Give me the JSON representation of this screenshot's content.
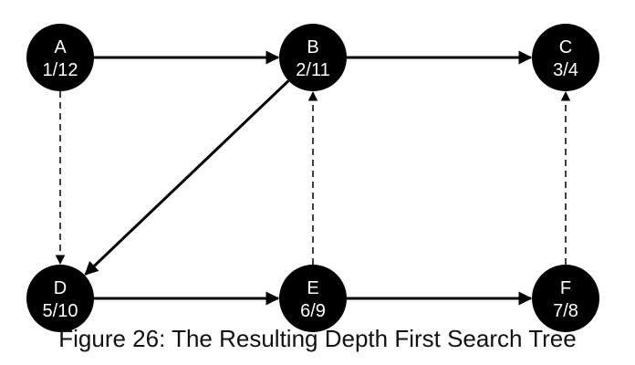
{
  "nodes": [
    {
      "id": "A",
      "label": "A",
      "times": "1/12"
    },
    {
      "id": "B",
      "label": "B",
      "times": "2/11"
    },
    {
      "id": "C",
      "label": "C",
      "times": "3/4"
    },
    {
      "id": "D",
      "label": "D",
      "times": "5/10"
    },
    {
      "id": "E",
      "label": "E",
      "times": "6/9"
    },
    {
      "id": "F",
      "label": "F",
      "times": "7/8"
    }
  ],
  "edges": [
    {
      "from": "A",
      "to": "B",
      "style": "solid"
    },
    {
      "from": "B",
      "to": "C",
      "style": "solid"
    },
    {
      "from": "B",
      "to": "D",
      "style": "solid"
    },
    {
      "from": "D",
      "to": "E",
      "style": "solid"
    },
    {
      "from": "E",
      "to": "F",
      "style": "solid"
    },
    {
      "from": "A",
      "to": "D",
      "style": "dashed"
    },
    {
      "from": "E",
      "to": "B",
      "style": "dashed"
    },
    {
      "from": "F",
      "to": "C",
      "style": "dashed"
    }
  ],
  "caption": "Figure 26: The Resulting Depth First Search Tree",
  "colors": {
    "node_fill": "#000000",
    "node_text": "#ffffff",
    "edge": "#000000"
  }
}
